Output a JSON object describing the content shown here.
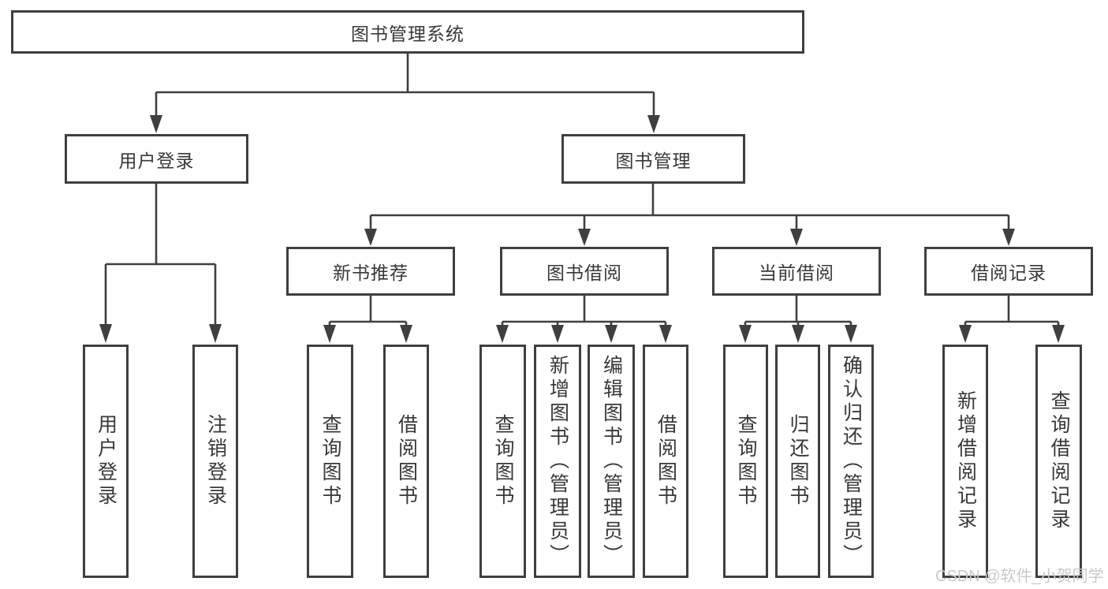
{
  "title": "图书管理系统",
  "watermark": "CSDN @软件_小贺同学",
  "colors": {
    "line": "#3f3f42",
    "text": "#38383c",
    "watermark": "#c9c9c9",
    "background": "#ffffff"
  },
  "nodes": {
    "root": {
      "label": "图书管理系统"
    },
    "user_login": {
      "label": "用户登录"
    },
    "book_mgmt": {
      "label": "图书管理"
    },
    "user_login_action": {
      "label": "用户登录"
    },
    "logout_action": {
      "label": "注销登录"
    },
    "new_book_rec": {
      "label": "新书推荐"
    },
    "book_borrow": {
      "label": "图书借阅"
    },
    "current_borrow": {
      "label": "当前借阅"
    },
    "borrow_record": {
      "label": "借阅记录"
    },
    "nb_query": {
      "label": "查询图书"
    },
    "nb_borrow": {
      "label": "借阅图书"
    },
    "bb_query": {
      "label": "查询图书"
    },
    "bb_add": {
      "label": "新增图书（管理员）"
    },
    "bb_edit": {
      "label": "编辑图书（管理员）"
    },
    "bb_borrow": {
      "label": "借阅图书"
    },
    "cb_query": {
      "label": "查询图书"
    },
    "cb_return": {
      "label": "归还图书"
    },
    "cb_confirm": {
      "label": "确认归还（管理员）"
    },
    "br_add": {
      "label": "新增借阅记录"
    },
    "br_query": {
      "label": "查询借阅记录"
    }
  },
  "edges": [
    [
      "图书管理系统",
      "用户登录"
    ],
    [
      "图书管理系统",
      "图书管理"
    ],
    [
      "用户登录",
      "用户登录"
    ],
    [
      "用户登录",
      "注销登录"
    ],
    [
      "图书管理",
      "新书推荐"
    ],
    [
      "图书管理",
      "图书借阅"
    ],
    [
      "图书管理",
      "当前借阅"
    ],
    [
      "图书管理",
      "借阅记录"
    ],
    [
      "新书推荐",
      "查询图书"
    ],
    [
      "新书推荐",
      "借阅图书"
    ],
    [
      "图书借阅",
      "查询图书"
    ],
    [
      "图书借阅",
      "新增图书（管理员）"
    ],
    [
      "图书借阅",
      "编辑图书（管理员）"
    ],
    [
      "图书借阅",
      "借阅图书"
    ],
    [
      "当前借阅",
      "查询图书"
    ],
    [
      "当前借阅",
      "归还图书"
    ],
    [
      "当前借阅",
      "确认归还（管理员）"
    ],
    [
      "借阅记录",
      "新增借阅记录"
    ],
    [
      "借阅记录",
      "查询借阅记录"
    ]
  ]
}
